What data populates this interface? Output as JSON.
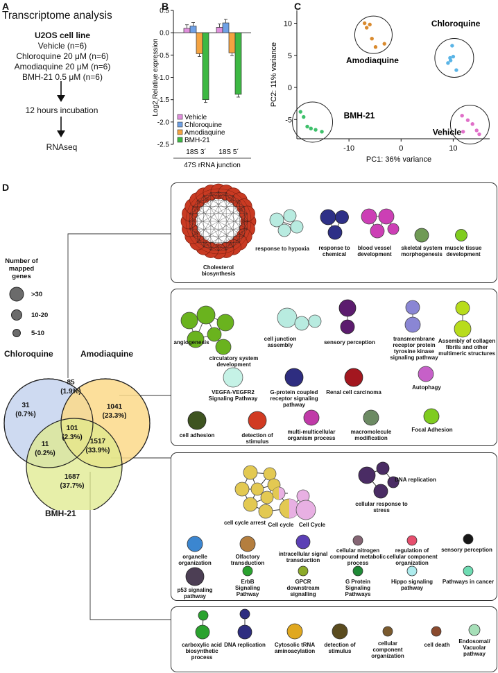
{
  "panel_a": {
    "letter": "A",
    "title": "Transcriptome analysis",
    "cell_line": "U2OS cell line",
    "conditions": [
      "Vehicle (n=6)",
      "Chloroquine 20 μM (n=6)",
      "Amodiaquine 20 μM (n=6)",
      "BMH-21 0.5 μM (n=6)"
    ],
    "step1": "12 hours incubation",
    "step2": "RNAseq"
  },
  "panel_b": {
    "letter": "B",
    "xgroup_label": "47S rRNA junction"
  },
  "panel_c": {
    "letter": "C",
    "group_labels": {
      "chloroquine": "Chloroquine",
      "amodiaquine": "Amodiaquine",
      "bmh21": "BMH-21",
      "vehicle": "Vehicle"
    }
  },
  "panel_d": {
    "letter": "D",
    "legend_title": "Number of mapped genes",
    "legend_items": [
      ">30",
      "10-20",
      "5-10"
    ],
    "venn": {
      "chloroquine": "Chloroquine",
      "amodiaquine": "Amodiaquine",
      "bmh21": "BMH-21",
      "regions": {
        "cq_only": [
          "31",
          "(0.7%)"
        ],
        "cq_aq": [
          "85",
          "(1.9%)"
        ],
        "aq_only": [
          "1041",
          "(23.3%)"
        ],
        "center": [
          "101",
          "(2.3%)"
        ],
        "cq_bmh": [
          "11",
          "(0.2%)"
        ],
        "aq_bmh": [
          "1517",
          "(33.9%)"
        ],
        "bmh_only": [
          "1687",
          "(37.7%)"
        ]
      }
    },
    "box1": {
      "labels": [
        "Cholesterol biosynthesis",
        "response to hypoxia",
        "response to chemical",
        "blood vessel development",
        "skeletal system morphogenesis",
        "muscle tissue development"
      ]
    },
    "box2": {
      "labels": [
        "angiogenesis",
        "circulatory system development",
        "cell junction assembly",
        "sensory perception",
        "transmembrane receptor protein tyrosine kinase signaling pathway",
        "Assembly of collagen fibrils and other multimeric structures",
        "VEGFA-VEGFR2 Signaling Pathway",
        "G-protein coupled receptor signaling pathway",
        "Renal cell carcinoma",
        "Autophagy",
        "cell adhesion",
        "detection of stimulus",
        "multi-multicellular organism process",
        "macromolecule modification",
        "Focal Adhesion"
      ]
    },
    "box3": {
      "labels": [
        "cell cycle arrest",
        "Cell cycle",
        "Cell Cycle",
        "DNA replication",
        "cellular response to stress",
        "organelle organization",
        "Olfactory transduction",
        "intracellular signal transduction",
        "cellular nitrogen compound metabolic process",
        "regulation of cellular component organization",
        "sensory perception",
        "p53 signaling pathway",
        "ErbB Signaling Pathway",
        "GPCR downstream signalling",
        "G Protein Signaling Pathways",
        "Hippo signaling pathway",
        "Pathways in cancer"
      ]
    },
    "box4": {
      "labels": [
        "carboxylic acid biosynthetic process",
        "DNA replication",
        "Cytosolic tRNA aminoacylation",
        "detection of stimulus",
        "cellular component organization",
        "cell death",
        "Endosomal/ Vacuolar pathway"
      ]
    }
  },
  "chart_data": [
    {
      "type": "bar",
      "panel": "B",
      "ylabel": "Log2 Relative expression",
      "xlabel": "47S rRNA junction",
      "categories": [
        "18S 3´",
        "18S 5´"
      ],
      "ylim": [
        -2.5,
        0.5
      ],
      "yticks": [
        "0.5",
        "0.0",
        "-0.5",
        "-1.0",
        "-1.5",
        "-2.0",
        "-2.5"
      ],
      "series": [
        {
          "name": "Vehicle",
          "color": "#e08fdc",
          "values": [
            0.1,
            0.12
          ]
        },
        {
          "name": "Chloroquine",
          "color": "#6fa1e6",
          "values": [
            0.15,
            0.22
          ]
        },
        {
          "name": "Amodiaquine",
          "color": "#f4a341",
          "values": [
            -0.47,
            -0.45
          ]
        },
        {
          "name": "BMH-21",
          "color": "#3db843",
          "values": [
            -1.5,
            -1.38
          ]
        }
      ]
    },
    {
      "type": "scatter",
      "panel": "C",
      "xlabel": "PC1: 36% variance",
      "ylabel": "PC2: 11% variance",
      "xticks": [
        "-10",
        "0",
        "10"
      ],
      "yticks": [
        "10",
        "5",
        "0",
        "-5"
      ],
      "xlim": [
        -20,
        17
      ],
      "ylim": [
        -8,
        12
      ],
      "series": [
        {
          "name": "Amodiaquine",
          "color": "#d98a2e",
          "points": [
            [
              -7,
              10
            ],
            [
              -6.6,
              9.3
            ],
            [
              -6,
              9.8
            ],
            [
              -5.6,
              7.6
            ],
            [
              -4.9,
              6.3
            ],
            [
              -3.2,
              6.8
            ]
          ]
        },
        {
          "name": "Chloroquine",
          "color": "#5ab4e6",
          "points": [
            [
              9.8,
              6.5
            ],
            [
              9.5,
              4.2
            ],
            [
              10,
              4.8
            ],
            [
              9,
              3.8
            ],
            [
              10.6,
              2.7
            ],
            [
              9.4,
              4.6
            ]
          ]
        },
        {
          "name": "BMH-21",
          "color": "#3ec06b",
          "points": [
            [
              -19.3,
              -3.8
            ],
            [
              -18.7,
              -4.6
            ],
            [
              -18,
              -6.1
            ],
            [
              -17.3,
              -6.4
            ],
            [
              -16.4,
              -6.6
            ],
            [
              -15.2,
              -6.9
            ]
          ]
        },
        {
          "name": "Vehicle",
          "color": "#e06fc8",
          "points": [
            [
              11.7,
              -4.4
            ],
            [
              12.8,
              -5.1
            ],
            [
              13.7,
              -5.7
            ],
            [
              11.9,
              -6.9
            ],
            [
              14.5,
              -6.7
            ],
            [
              15,
              -7.3
            ]
          ]
        }
      ]
    }
  ]
}
